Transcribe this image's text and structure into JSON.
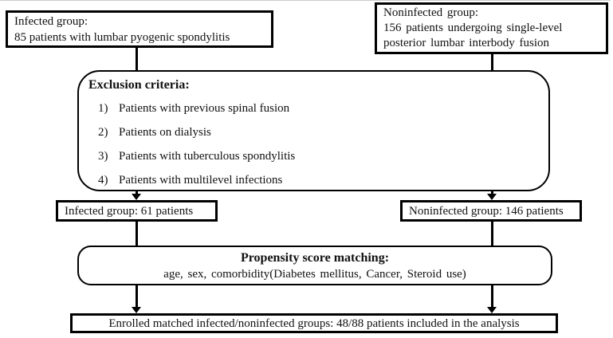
{
  "flowchart": {
    "colors": {
      "border": "#000000",
      "background": "#ffffff",
      "text": "#111111"
    },
    "boxes": {
      "infected_initial": {
        "line1": "Infected group:",
        "line2": "85 patients with lumbar pyogenic spondylitis"
      },
      "noninfected_initial": {
        "line1": "Noninfected group:",
        "line2": "156 patients undergoing single-level",
        "line3": "posterior lumbar interbody fusion"
      },
      "exclusion": {
        "title": "Exclusion criteria:",
        "items": [
          {
            "num": "1)",
            "text": "Patients with previous spinal fusion"
          },
          {
            "num": "2)",
            "text": "Patients on dialysis"
          },
          {
            "num": "3)",
            "text": "Patients with tuberculous spondylitis"
          },
          {
            "num": "4)",
            "text": "Patients with multilevel infections"
          }
        ]
      },
      "infected_after": {
        "text": "Infected group: 61 patients"
      },
      "noninfected_after": {
        "text": "Noninfected group: 146 patients"
      },
      "matching": {
        "title": "Propensity score matching:",
        "subtitle": "age, sex, comorbidity(Diabetes mellitus, Cancer, Steroid use)"
      },
      "enrolled": {
        "text": "Enrolled matched infected/noninfected groups: 48/88 patients included in the analysis"
      }
    }
  }
}
